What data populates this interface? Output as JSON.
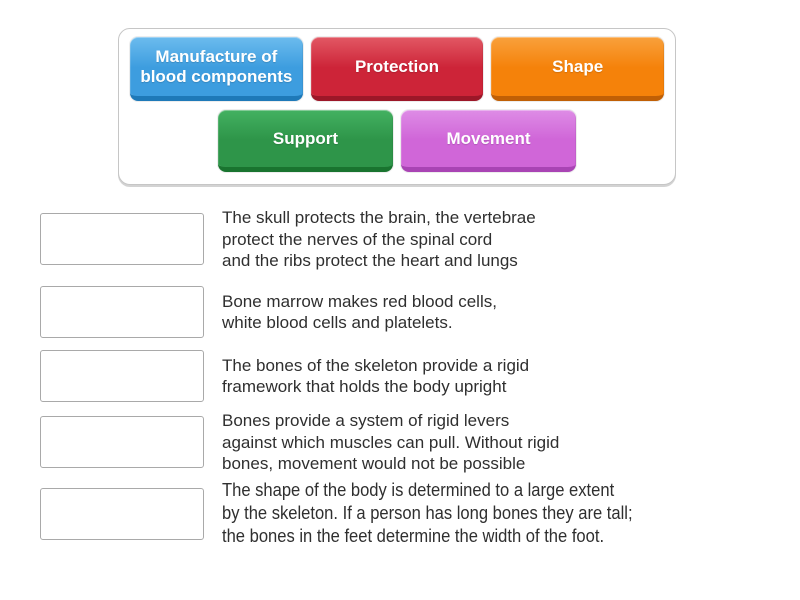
{
  "tile_panel": {
    "tiles": [
      {
        "label": "Manufacture of\nblood components",
        "main": "#3d9ddf",
        "light": "#6cbcee",
        "dark": "#1e79b8"
      },
      {
        "label": "Protection",
        "main": "#cd2438",
        "light": "#e25864",
        "dark": "#9c1728"
      },
      {
        "label": "Shape",
        "main": "#f5820a",
        "light": "#f9a13c",
        "dark": "#c05f05"
      },
      {
        "label": "Support",
        "main": "#2e9549",
        "light": "#43b161",
        "dark": "#19742f"
      },
      {
        "label": "Movement",
        "main": "#d066d8",
        "light": "#de8ce6",
        "dark": "#a944b4"
      }
    ]
  },
  "match_items": [
    {
      "clue": "The skull protects the brain, the vertebrae\nprotect the nerves of the spinal cord\nand the ribs protect the heart and lungs"
    },
    {
      "clue": "Bone marrow makes red blood cells,\nwhite blood cells and platelets."
    },
    {
      "clue": "The bones of the skeleton provide a rigid\nframework that holds the body upright"
    },
    {
      "clue": "Bones provide a system of rigid levers\nagainst which muscles can pull. Without rigid\nbones, movement would not be possible"
    },
    {
      "clue": "The shape of the body is determined to a large extent\nby the skeleton. If a person has long bones they are tall;\nthe bones in the feet determine the width of the foot."
    }
  ],
  "colors": {
    "page_bg": "#ffffff",
    "panel_border": "#c6c6c6",
    "slot_border": "#a9a9a9",
    "clue_text": "#2f2f2f",
    "tile_text": "#ffffff"
  }
}
